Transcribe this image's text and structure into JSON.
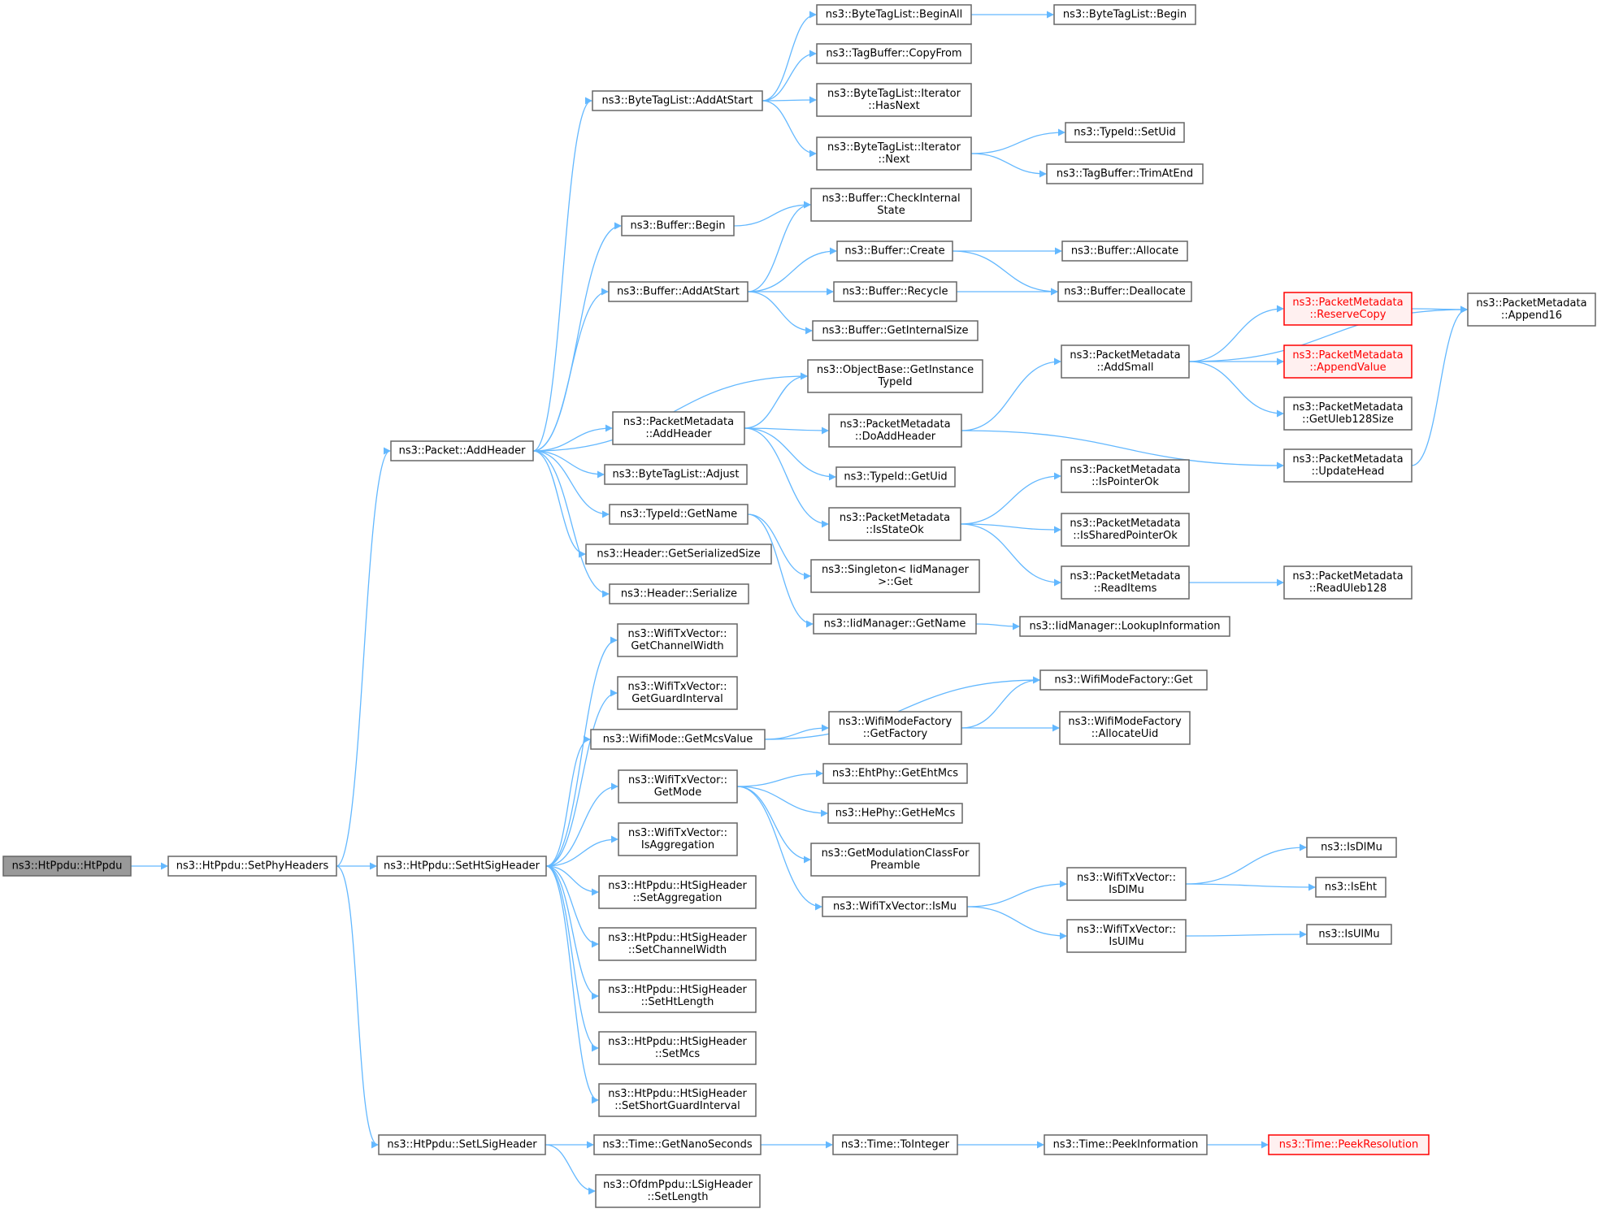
{
  "graph": {
    "colors": {
      "edge": "#63b8ff",
      "root_fill": "#999999",
      "truncated_border": "#ff0000",
      "node_border": "#666666"
    },
    "nodes": [
      {
        "id": "n0",
        "lines": [
          "ns3::HtPpdu::HtPpdu"
        ],
        "style": "root"
      },
      {
        "id": "n1",
        "lines": [
          "ns3::HtPpdu::SetPhyHeaders"
        ]
      },
      {
        "id": "n2",
        "lines": [
          "ns3::Packet::AddHeader"
        ]
      },
      {
        "id": "n3",
        "lines": [
          "ns3::HtPpdu::SetHtSigHeader"
        ]
      },
      {
        "id": "n4",
        "lines": [
          "ns3::HtPpdu::SetLSigHeader"
        ]
      },
      {
        "id": "n5",
        "lines": [
          "ns3::ByteTagList::AddAtStart"
        ]
      },
      {
        "id": "n6",
        "lines": [
          "ns3::Buffer::Begin"
        ]
      },
      {
        "id": "n7",
        "lines": [
          "ns3::Buffer::AddAtStart"
        ]
      },
      {
        "id": "n8",
        "lines": [
          "ns3::PacketMetadata",
          "::AddHeader"
        ]
      },
      {
        "id": "n9",
        "lines": [
          "ns3::ByteTagList::Adjust"
        ]
      },
      {
        "id": "n10",
        "lines": [
          "ns3::TypeId::GetName"
        ]
      },
      {
        "id": "n11",
        "lines": [
          "ns3::Header::GetSerializedSize"
        ]
      },
      {
        "id": "n12",
        "lines": [
          "ns3::Header::Serialize"
        ]
      },
      {
        "id": "n13",
        "lines": [
          "ns3::WifiTxVector::",
          "GetChannelWidth"
        ]
      },
      {
        "id": "n14",
        "lines": [
          "ns3::WifiTxVector::",
          "GetGuardInterval"
        ]
      },
      {
        "id": "n15",
        "lines": [
          "ns3::WifiMode::GetMcsValue"
        ]
      },
      {
        "id": "n16",
        "lines": [
          "ns3::WifiTxVector::",
          "GetMode"
        ]
      },
      {
        "id": "n17",
        "lines": [
          "ns3::WifiTxVector::",
          "IsAggregation"
        ]
      },
      {
        "id": "n18",
        "lines": [
          "ns3::HtPpdu::HtSigHeader",
          "::SetAggregation"
        ]
      },
      {
        "id": "n19",
        "lines": [
          "ns3::HtPpdu::HtSigHeader",
          "::SetChannelWidth"
        ]
      },
      {
        "id": "n20",
        "lines": [
          "ns3::HtPpdu::HtSigHeader",
          "::SetHtLength"
        ]
      },
      {
        "id": "n21",
        "lines": [
          "ns3::HtPpdu::HtSigHeader",
          "::SetMcs"
        ]
      },
      {
        "id": "n22",
        "lines": [
          "ns3::HtPpdu::HtSigHeader",
          "::SetShortGuardInterval"
        ]
      },
      {
        "id": "n23",
        "lines": [
          "ns3::Time::GetNanoSeconds"
        ]
      },
      {
        "id": "n24",
        "lines": [
          "ns3::OfdmPpdu::LSigHeader",
          "::SetLength"
        ]
      },
      {
        "id": "n25",
        "lines": [
          "ns3::ByteTagList::BeginAll"
        ]
      },
      {
        "id": "n26",
        "lines": [
          "ns3::TagBuffer::CopyFrom"
        ]
      },
      {
        "id": "n27",
        "lines": [
          "ns3::ByteTagList::Iterator",
          "::HasNext"
        ]
      },
      {
        "id": "n28",
        "lines": [
          "ns3::ByteTagList::Iterator",
          "::Next"
        ]
      },
      {
        "id": "n29",
        "lines": [
          "ns3::Buffer::CheckInternal",
          "State"
        ]
      },
      {
        "id": "n30",
        "lines": [
          "ns3::Buffer::Create"
        ]
      },
      {
        "id": "n31",
        "lines": [
          "ns3::Buffer::Recycle"
        ]
      },
      {
        "id": "n32",
        "lines": [
          "ns3::Buffer::GetInternalSize"
        ]
      },
      {
        "id": "n33",
        "lines": [
          "ns3::ObjectBase::GetInstance",
          "TypeId"
        ]
      },
      {
        "id": "n34",
        "lines": [
          "ns3::PacketMetadata",
          "::DoAddHeader"
        ]
      },
      {
        "id": "n35",
        "lines": [
          "ns3::TypeId::GetUid"
        ]
      },
      {
        "id": "n36",
        "lines": [
          "ns3::PacketMetadata",
          "::IsStateOk"
        ]
      },
      {
        "id": "n37",
        "lines": [
          "ns3::Singleton< IidManager",
          ">::Get"
        ]
      },
      {
        "id": "n38",
        "lines": [
          "ns3::IidManager::GetName"
        ]
      },
      {
        "id": "n39",
        "lines": [
          "ns3::WifiModeFactory",
          "::GetFactory"
        ]
      },
      {
        "id": "n40",
        "lines": [
          "ns3::EhtPhy::GetEhtMcs"
        ]
      },
      {
        "id": "n41",
        "lines": [
          "ns3::HePhy::GetHeMcs"
        ]
      },
      {
        "id": "n42",
        "lines": [
          "ns3::GetModulationClassFor",
          "Preamble"
        ]
      },
      {
        "id": "n43",
        "lines": [
          "ns3::WifiTxVector::IsMu"
        ]
      },
      {
        "id": "n44",
        "lines": [
          "ns3::Time::ToInteger"
        ]
      },
      {
        "id": "n45",
        "lines": [
          "ns3::ByteTagList::Begin"
        ]
      },
      {
        "id": "n46",
        "lines": [
          "ns3::TypeId::SetUid"
        ]
      },
      {
        "id": "n47",
        "lines": [
          "ns3::TagBuffer::TrimAtEnd"
        ]
      },
      {
        "id": "n48",
        "lines": [
          "ns3::Buffer::Allocate"
        ]
      },
      {
        "id": "n49",
        "lines": [
          "ns3::Buffer::Deallocate"
        ]
      },
      {
        "id": "n50",
        "lines": [
          "ns3::PacketMetadata",
          "::AddSmall"
        ]
      },
      {
        "id": "n51",
        "lines": [
          "ns3::PacketMetadata",
          "::IsPointerOk"
        ]
      },
      {
        "id": "n52",
        "lines": [
          "ns3::PacketMetadata",
          "::IsSharedPointerOk"
        ]
      },
      {
        "id": "n53",
        "lines": [
          "ns3::PacketMetadata",
          "::ReadItems"
        ]
      },
      {
        "id": "n54",
        "lines": [
          "ns3::IidManager::LookupInformation"
        ]
      },
      {
        "id": "n55",
        "lines": [
          "ns3::WifiModeFactory::Get"
        ]
      },
      {
        "id": "n56",
        "lines": [
          "ns3::WifiModeFactory",
          "::AllocateUid"
        ]
      },
      {
        "id": "n57",
        "lines": [
          "ns3::WifiTxVector::",
          "IsDlMu"
        ]
      },
      {
        "id": "n58",
        "lines": [
          "ns3::WifiTxVector::",
          "IsUlMu"
        ]
      },
      {
        "id": "n59",
        "lines": [
          "ns3::Time::PeekInformation"
        ]
      },
      {
        "id": "n60",
        "lines": [
          "ns3::PacketMetadata",
          "::ReserveCopy"
        ],
        "style": "truncated"
      },
      {
        "id": "n61",
        "lines": [
          "ns3::PacketMetadata",
          "::AppendValue"
        ],
        "style": "truncated"
      },
      {
        "id": "n62",
        "lines": [
          "ns3::PacketMetadata",
          "::GetUleb128Size"
        ]
      },
      {
        "id": "n63",
        "lines": [
          "ns3::PacketMetadata",
          "::UpdateHead"
        ]
      },
      {
        "id": "n64",
        "lines": [
          "ns3::PacketMetadata",
          "::ReadUleb128"
        ]
      },
      {
        "id": "n65",
        "lines": [
          "ns3::IsDlMu"
        ]
      },
      {
        "id": "n66",
        "lines": [
          "ns3::IsEht"
        ]
      },
      {
        "id": "n67",
        "lines": [
          "ns3::IsUlMu"
        ]
      },
      {
        "id": "n68",
        "lines": [
          "ns3::Time::PeekResolution"
        ],
        "style": "truncated"
      },
      {
        "id": "n69",
        "lines": [
          "ns3::PacketMetadata",
          "::Append16"
        ]
      }
    ],
    "edges": [
      [
        "n0",
        "n1"
      ],
      [
        "n1",
        "n2"
      ],
      [
        "n1",
        "n3"
      ],
      [
        "n1",
        "n4"
      ],
      [
        "n2",
        "n5"
      ],
      [
        "n2",
        "n6"
      ],
      [
        "n2",
        "n7"
      ],
      [
        "n2",
        "n33"
      ],
      [
        "n2",
        "n8"
      ],
      [
        "n2",
        "n9"
      ],
      [
        "n2",
        "n10"
      ],
      [
        "n2",
        "n11"
      ],
      [
        "n2",
        "n12"
      ],
      [
        "n3",
        "n13"
      ],
      [
        "n3",
        "n14"
      ],
      [
        "n3",
        "n15"
      ],
      [
        "n3",
        "n16"
      ],
      [
        "n3",
        "n17"
      ],
      [
        "n3",
        "n18"
      ],
      [
        "n3",
        "n19"
      ],
      [
        "n3",
        "n20"
      ],
      [
        "n3",
        "n21"
      ],
      [
        "n3",
        "n22"
      ],
      [
        "n4",
        "n23"
      ],
      [
        "n4",
        "n24"
      ],
      [
        "n5",
        "n25"
      ],
      [
        "n5",
        "n26"
      ],
      [
        "n5",
        "n27"
      ],
      [
        "n5",
        "n28"
      ],
      [
        "n25",
        "n45"
      ],
      [
        "n28",
        "n46"
      ],
      [
        "n28",
        "n47"
      ],
      [
        "n6",
        "n29"
      ],
      [
        "n7",
        "n29"
      ],
      [
        "n7",
        "n30"
      ],
      [
        "n7",
        "n31"
      ],
      [
        "n7",
        "n32"
      ],
      [
        "n30",
        "n48"
      ],
      [
        "n30",
        "n49"
      ],
      [
        "n31",
        "n49"
      ],
      [
        "n8",
        "n33"
      ],
      [
        "n8",
        "n34"
      ],
      [
        "n8",
        "n35"
      ],
      [
        "n8",
        "n36"
      ],
      [
        "n34",
        "n50"
      ],
      [
        "n34",
        "n63"
      ],
      [
        "n50",
        "n69"
      ],
      [
        "n50",
        "n60"
      ],
      [
        "n50",
        "n61"
      ],
      [
        "n50",
        "n62"
      ],
      [
        "n60",
        "n69"
      ],
      [
        "n63",
        "n69"
      ],
      [
        "n36",
        "n51"
      ],
      [
        "n36",
        "n52"
      ],
      [
        "n36",
        "n53"
      ],
      [
        "n53",
        "n64"
      ],
      [
        "n10",
        "n37"
      ],
      [
        "n10",
        "n38"
      ],
      [
        "n38",
        "n54"
      ],
      [
        "n15",
        "n55"
      ],
      [
        "n15",
        "n39"
      ],
      [
        "n39",
        "n55"
      ],
      [
        "n39",
        "n56"
      ],
      [
        "n16",
        "n40"
      ],
      [
        "n16",
        "n41"
      ],
      [
        "n16",
        "n42"
      ],
      [
        "n16",
        "n43"
      ],
      [
        "n43",
        "n57"
      ],
      [
        "n43",
        "n58"
      ],
      [
        "n57",
        "n65"
      ],
      [
        "n57",
        "n66"
      ],
      [
        "n58",
        "n67"
      ],
      [
        "n23",
        "n44"
      ],
      [
        "n44",
        "n59"
      ],
      [
        "n59",
        "n68"
      ]
    ]
  }
}
